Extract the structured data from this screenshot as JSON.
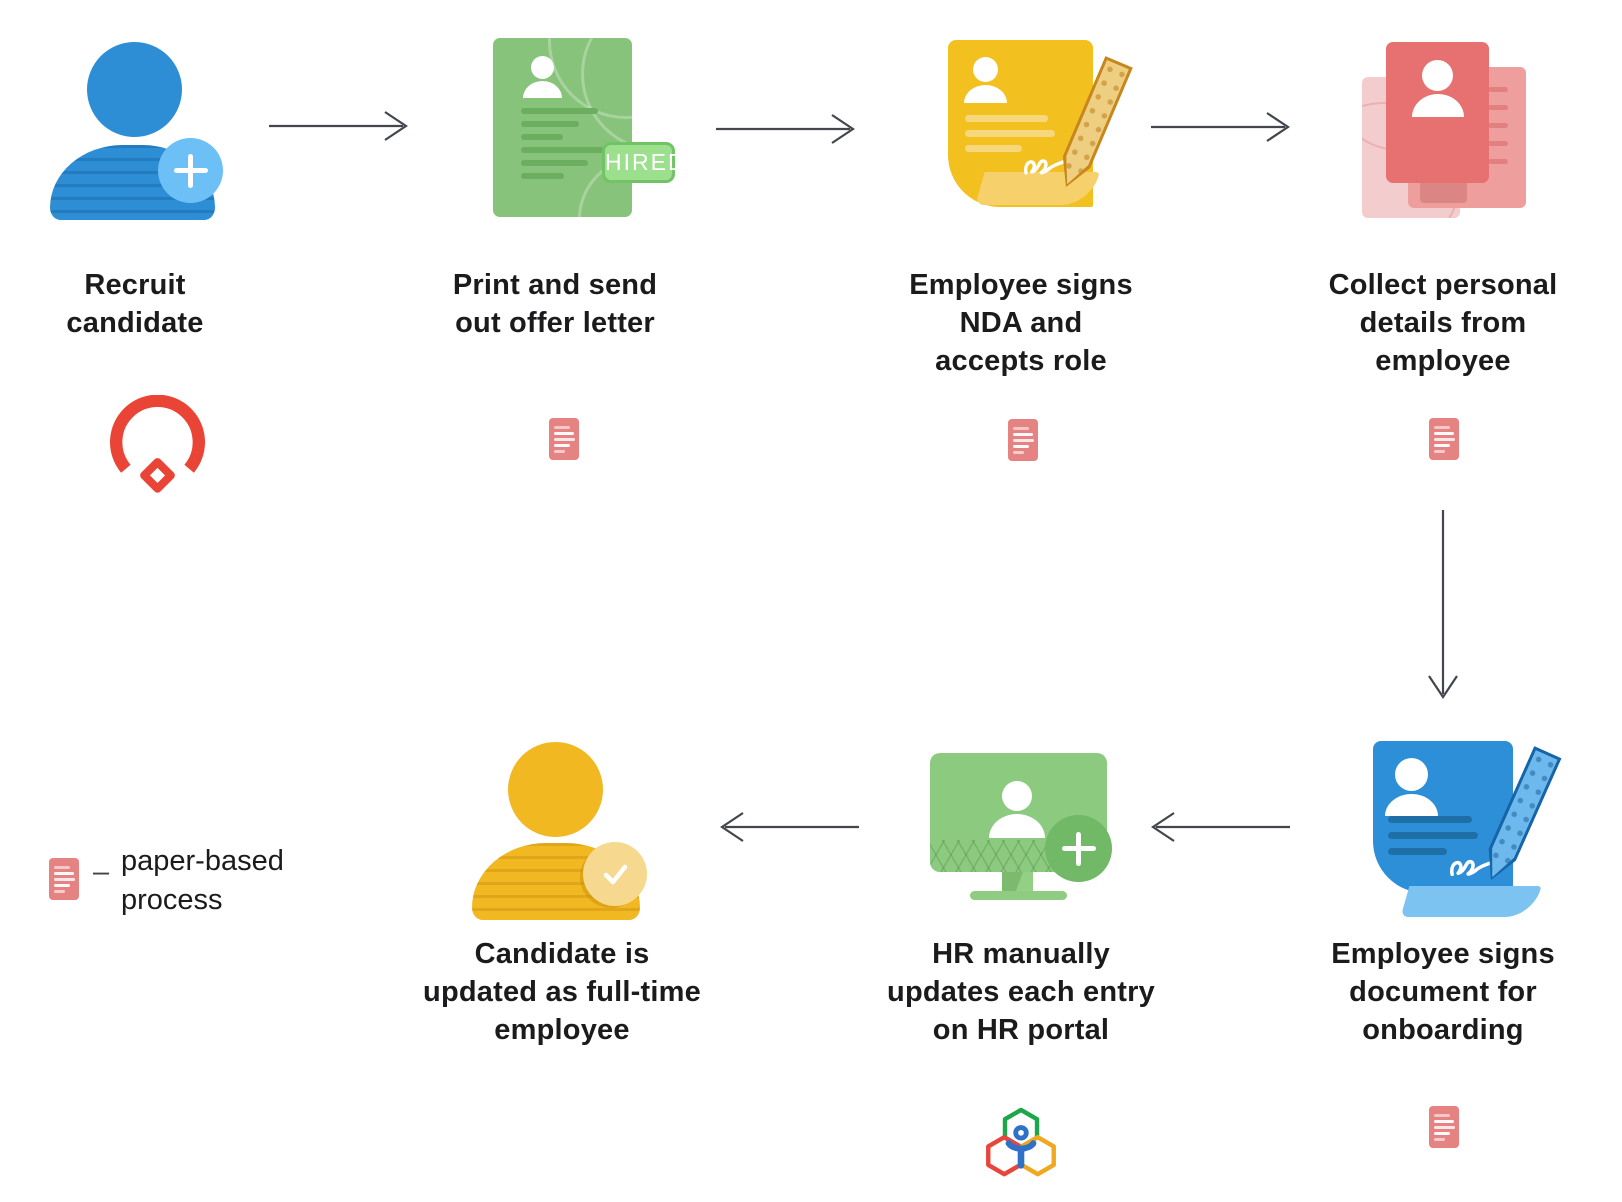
{
  "flow": {
    "steps": [
      {
        "id": "recruit",
        "label": "Recruit\ncandidate"
      },
      {
        "id": "offer-letter",
        "label": "Print and send\nout offer letter"
      },
      {
        "id": "sign-nda",
        "label": "Employee signs\nNDA and\naccepts role"
      },
      {
        "id": "collect-details",
        "label": "Collect personal\ndetails from\nemployee"
      },
      {
        "id": "sign-onboarding",
        "label": "Employee signs\ndocument for\nonboarding"
      },
      {
        "id": "hr-portal",
        "label": "HR manually\nupdates each entry\non HR portal"
      },
      {
        "id": "full-time",
        "label": "Candidate is\nupdated as full-time\nemployee"
      }
    ],
    "hired_badge": "HIRED",
    "legend": {
      "separator": "–",
      "label": "paper-based\nprocess"
    },
    "icons": {
      "step1": "person-add-icon",
      "step2": "offer-letter-icon",
      "step3": "signed-nda-document-icon",
      "step4": "documents-stack-icon",
      "step5": "signed-onboarding-document-icon",
      "step6": "computer-add-icon",
      "step7": "person-check-icon",
      "paper_marker": "paper-icon",
      "recruit_logo": "zoho-recruit-logo",
      "people_logo": "zoho-people-logo"
    },
    "colors": {
      "blue": "#2d8ed5",
      "light_blue": "#6cc0f6",
      "doc_blue": "#2e8fd9",
      "green": "#87c37a",
      "badge_green": "#9cdf8d",
      "monitor_green": "#8cca7f",
      "yellow": "#f3c11f",
      "amber": "#f2b822",
      "pink": "#e77070",
      "salmon_paper": "#e58383",
      "logo_red": "#e94435",
      "text": "#1b1b1d",
      "arrow": "#43474d"
    }
  }
}
